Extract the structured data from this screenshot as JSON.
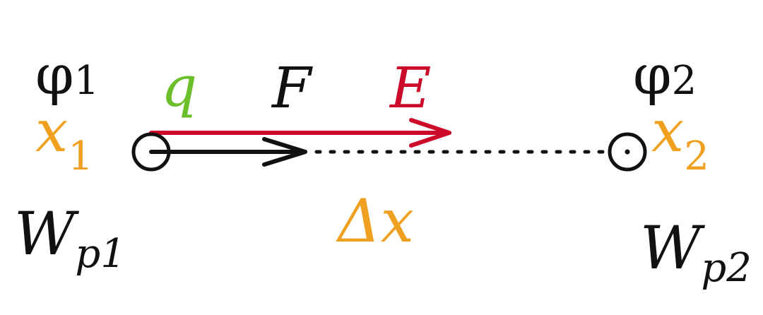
{
  "colors": {
    "black": "#111111",
    "orange": "#f0a020",
    "green": "#6cbf2a",
    "red": "#cc0a2a"
  },
  "labels": {
    "phi1_symbol": "φ",
    "phi1_sub": "1",
    "phi2_symbol": "φ",
    "phi2_sub": "2",
    "x1_symbol": "x",
    "x1_sub": "1",
    "x2_symbol": "x",
    "x2_sub": "2",
    "q": "q",
    "F": "F",
    "E": "E",
    "delta_x": "Δx",
    "wp1_symbol": "W",
    "wp1_sub": "p1",
    "wp2_symbol": "W",
    "wp2_sub": "p2"
  }
}
